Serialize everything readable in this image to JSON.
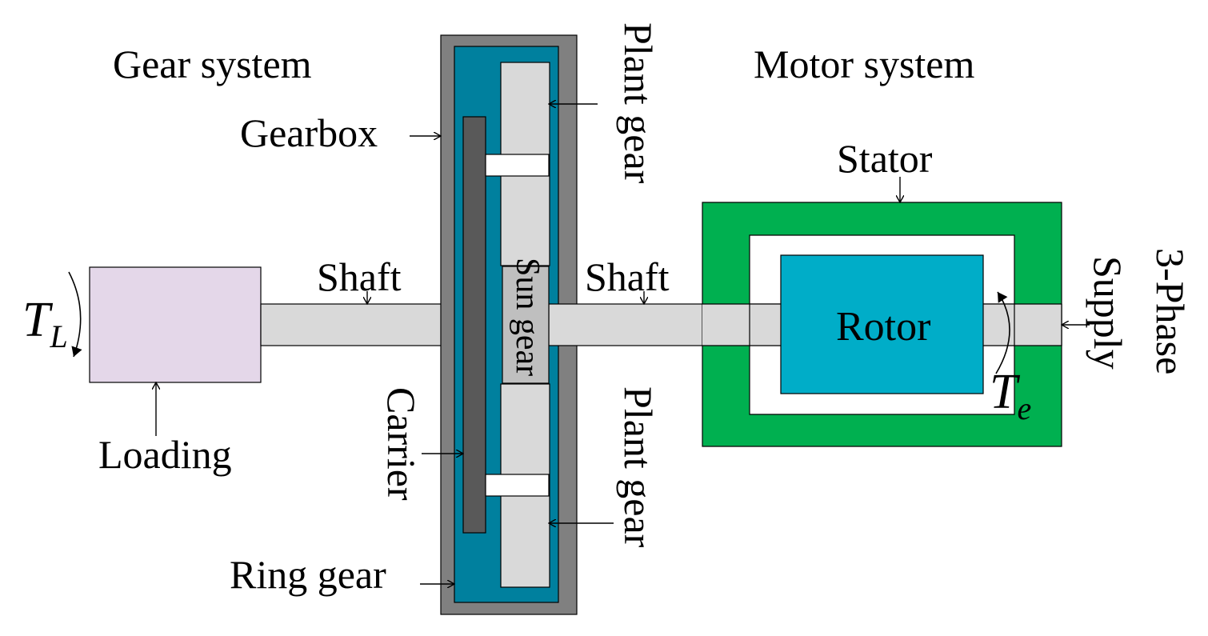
{
  "labels": {
    "gear_system": "Gear system",
    "motor_system": "Motor system",
    "gearbox": "Gearbox",
    "plant_gear_top": "Plant gear",
    "plant_gear_bottom": "Plant gear",
    "sun_gear": "Sun gear",
    "carrier": "Carrier",
    "ring_gear": "Ring gear",
    "shaft_left": "Shaft",
    "shaft_right": "Shaft",
    "stator": "Stator",
    "rotor": "Rotor",
    "three_phase": "3-Phase",
    "supply": "Supply",
    "loading": "Loading",
    "load_torque": "T",
    "load_torque_sub": "L",
    "motor_torque": "T",
    "motor_torque_sub": "e"
  },
  "colors": {
    "gearbox_housing": "#808080",
    "ring_gear": "#00809E",
    "carrier": "#595959",
    "planet_gear": "#D9D9D9",
    "sun_gear": "#BFBFBF",
    "shaft": "#D9D9D9",
    "stator": "#00B050",
    "rotor": "#00ADC8",
    "loading": "#E4D7E9"
  }
}
